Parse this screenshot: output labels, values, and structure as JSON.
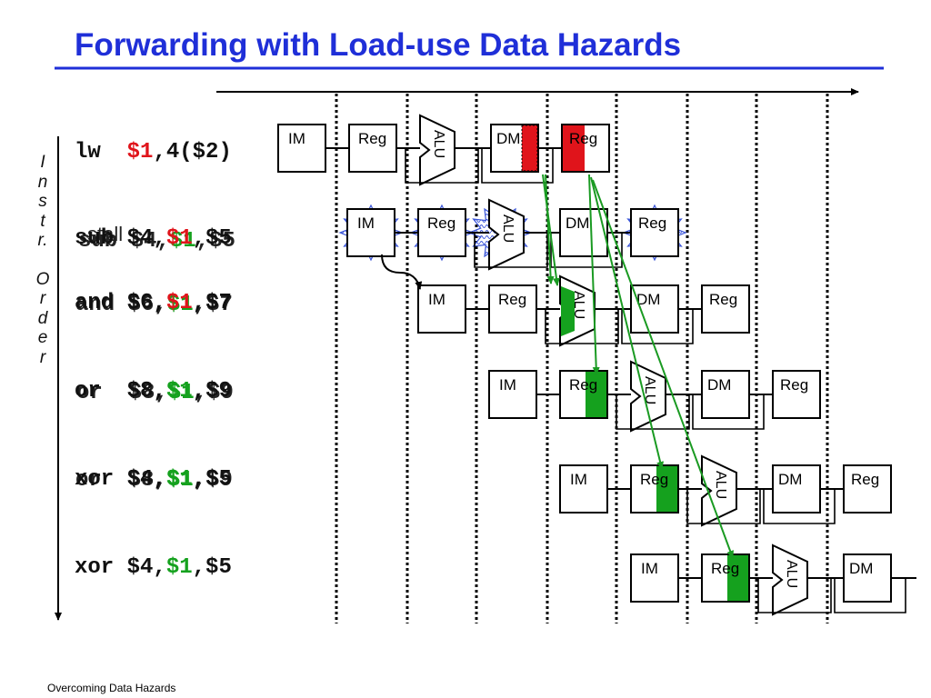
{
  "slide": {
    "title": "Forwarding with Load-use Data Hazards",
    "footer": "Overcoming Data Hazards",
    "axis_label_lines": [
      "I",
      "n",
      "s",
      "t",
      "r.",
      "",
      "O",
      "r",
      "d",
      "e",
      "r"
    ],
    "stall_label": "stall"
  },
  "pipeline": {
    "stage_labels": {
      "im": "IM",
      "reg": "Reg",
      "alu": "ALU",
      "dm": "DM"
    },
    "instructions": [
      {
        "op": "lw",
        "args": [
          {
            "t": "  "
          },
          {
            "t": "$1",
            "c": "red"
          },
          {
            "t": ",4($2)"
          }
        ]
      },
      {
        "op": "sub",
        "args": [
          {
            "t": " $4,"
          },
          {
            "t": "$1",
            "c": "red"
          },
          {
            "t": ",$5"
          }
        ]
      },
      {
        "op": "and",
        "args": [
          {
            "t": " $6,"
          },
          {
            "t": "$1",
            "c": "red"
          },
          {
            "t": ",$7"
          }
        ]
      },
      {
        "op": "or",
        "args": [
          {
            "t": "  $8,"
          },
          {
            "t": "$1",
            "c": "green"
          },
          {
            "t": ",$9"
          }
        ]
      },
      {
        "op": "xor",
        "args": [
          {
            "t": " $4,"
          },
          {
            "t": "$1",
            "c": "green"
          },
          {
            "t": ",$5"
          }
        ]
      }
    ],
    "ghost_instructions": [
      {
        "op": "sub",
        "args": [
          {
            "t": " $4,"
          },
          {
            "t": "$1",
            "c": "green"
          },
          {
            "t": ",$5"
          }
        ]
      },
      {
        "op": "and",
        "args": [
          {
            "t": " $6,"
          },
          {
            "t": "$1",
            "c": "green"
          },
          {
            "t": ",$7"
          }
        ]
      },
      {
        "op": "or",
        "args": [
          {
            "t": "  $8,"
          },
          {
            "t": "$1",
            "c": "green"
          },
          {
            "t": ",$9"
          }
        ]
      }
    ],
    "colors": {
      "title": "#1f2fd8",
      "load_dest_register": "#e0141b",
      "forwarded_register": "#15a11e",
      "forwarding_arrow": "#1a9a22",
      "stall_burst": "#3a55d8"
    }
  }
}
